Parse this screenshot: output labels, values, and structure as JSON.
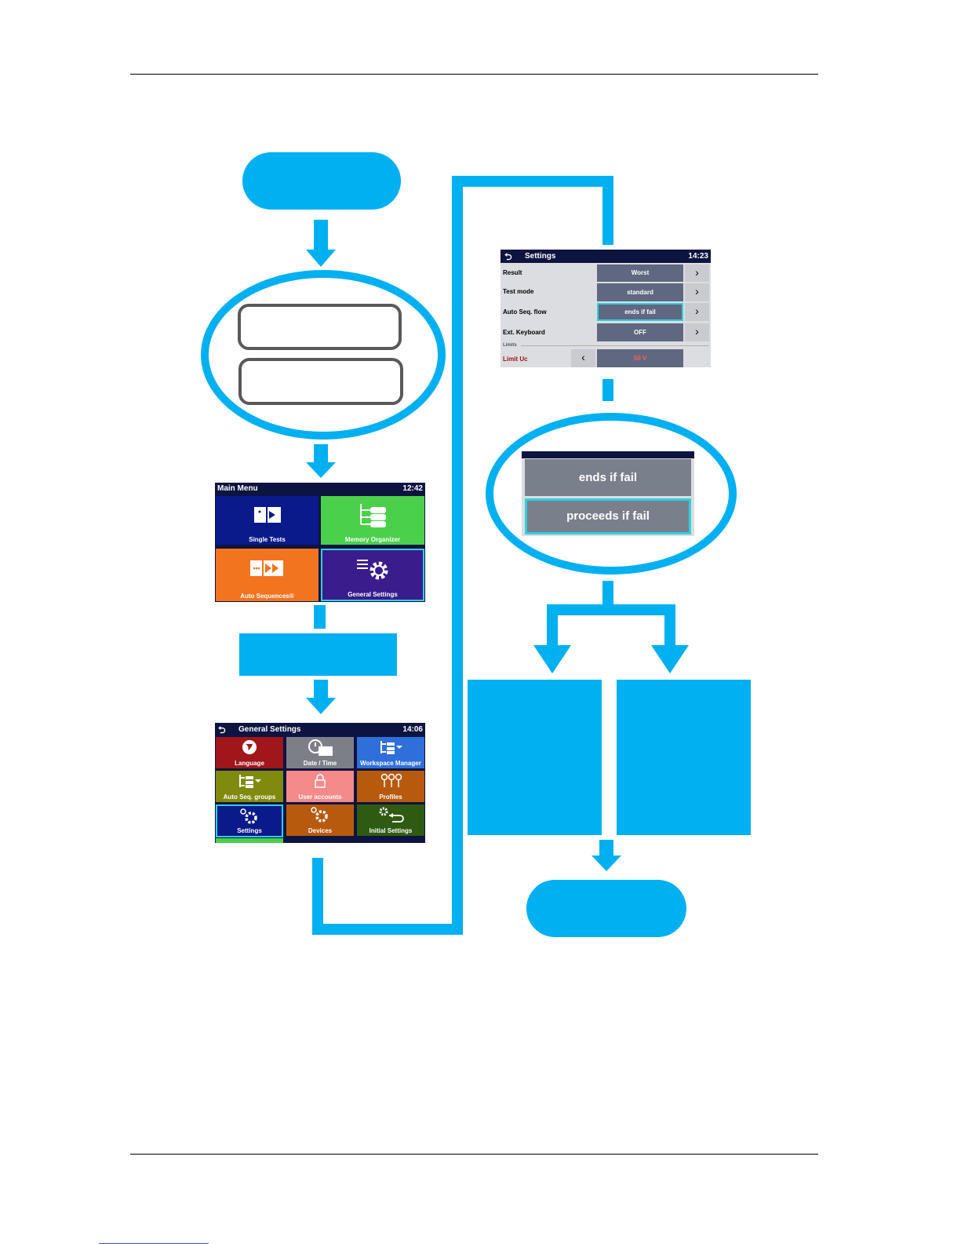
{
  "main_menu": {
    "title": "Main Menu",
    "time": "12:42",
    "tiles": [
      {
        "label": "Single Tests",
        "color": "#0b1a8a",
        "icon": "single-test-icon"
      },
      {
        "label": "Memory Organizer",
        "color": "#4bd04b",
        "icon": "memory-tree-icon"
      },
      {
        "label": "Auto Sequences®",
        "color": "#f2741e",
        "icon": "auto-sequence-icon"
      },
      {
        "label": "General Settings",
        "color": "#3a1c8c",
        "icon": "gear-icon"
      }
    ]
  },
  "general_settings": {
    "title": "General Settings",
    "time": "14:06",
    "tiles": [
      {
        "label": "Language",
        "color": "#a0161a",
        "icon": "globe-icon"
      },
      {
        "label": "Date / Time",
        "color": "#7c7f88",
        "icon": "clock-calendar-icon"
      },
      {
        "label": "Workspace Manager",
        "color": "#2f6fd9",
        "icon": "tree-icon"
      },
      {
        "label": "Auto Seq. groups",
        "color": "#7f8a0f",
        "icon": "tree-icon"
      },
      {
        "label": "User accounts",
        "color": "#f48a8a",
        "icon": "lock-icon"
      },
      {
        "label": "Profiles",
        "color": "#b85a0e",
        "icon": "keys-icon"
      },
      {
        "label": "Settings",
        "color": "#0b1a8a",
        "icon": "gear-icon"
      },
      {
        "label": "Devices",
        "color": "#b85a0e",
        "icon": "gear-icon"
      },
      {
        "label": "Initial Settings",
        "color": "#2f5a12",
        "icon": "gear-back-icon"
      }
    ]
  },
  "settings": {
    "title": "Settings",
    "time": "14:23",
    "rows": [
      {
        "label": "Result",
        "value": "Worst"
      },
      {
        "label": "Test mode",
        "value": "standard"
      },
      {
        "label": "Auto Seq. flow",
        "value": "ends if fail"
      },
      {
        "label": "Ext. Keyboard",
        "value": "OFF"
      }
    ],
    "section": "Limits",
    "limit_label": "Limit Uc",
    "limit_value": "50 V"
  },
  "flow_options": {
    "option_1": "ends if fail",
    "option_2": "proceeds if fail"
  },
  "colors": {
    "flow_blue": "#00b0f0",
    "highlight": "#2fd0e0"
  }
}
